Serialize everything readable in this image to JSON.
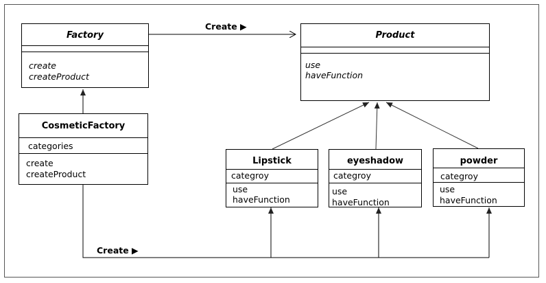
{
  "relations": {
    "top_create_label": "Create ▶",
    "bottom_create_label": "Create ▶"
  },
  "classes": {
    "factory": {
      "name": "Factory",
      "fields": [],
      "methods": [
        "create",
        "createProduct"
      ]
    },
    "product": {
      "name": "Product",
      "fields": [],
      "methods": [
        "use",
        "haveFunction"
      ]
    },
    "cosmetic_factory": {
      "name": "CosmeticFactory",
      "fields": [
        "categories"
      ],
      "methods": [
        "create",
        "createProduct"
      ]
    },
    "lipstick": {
      "name": "Lipstick",
      "fields": [
        "categroy"
      ],
      "methods": [
        "use",
        "haveFunction"
      ]
    },
    "eyeshadow": {
      "name": "eyeshadow",
      "fields": [
        "categroy"
      ],
      "methods": [
        "use",
        "haveFunction"
      ]
    },
    "powder": {
      "name": "powder",
      "fields": [
        "categroy"
      ],
      "methods": [
        "use",
        "haveFunction"
      ]
    }
  }
}
